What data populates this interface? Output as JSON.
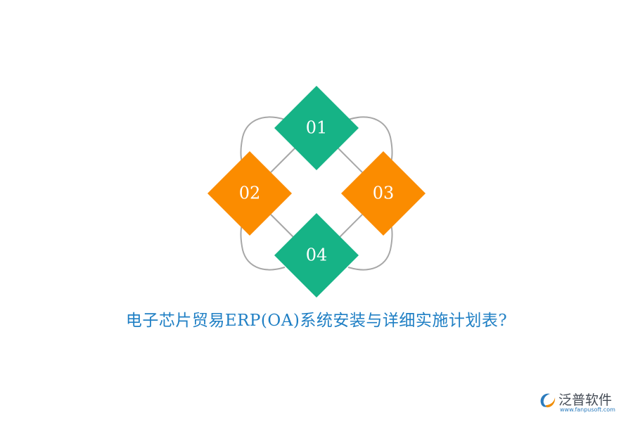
{
  "diagram": {
    "nodes": [
      {
        "label": "01",
        "color": "#16b386"
      },
      {
        "label": "02",
        "color": "#fb8c00"
      },
      {
        "label": "03",
        "color": "#fb8c00"
      },
      {
        "label": "04",
        "color": "#16b386"
      }
    ],
    "loop_color": "#a7a7a7"
  },
  "caption": "电子芯片贸易ERP(OA)系统安装与详细实施计划表?",
  "watermark": {
    "brand": "泛普软件",
    "url": "www.fanpusoft.com",
    "brand_color": "#444b55",
    "accent_color": "#2b7bbd"
  }
}
